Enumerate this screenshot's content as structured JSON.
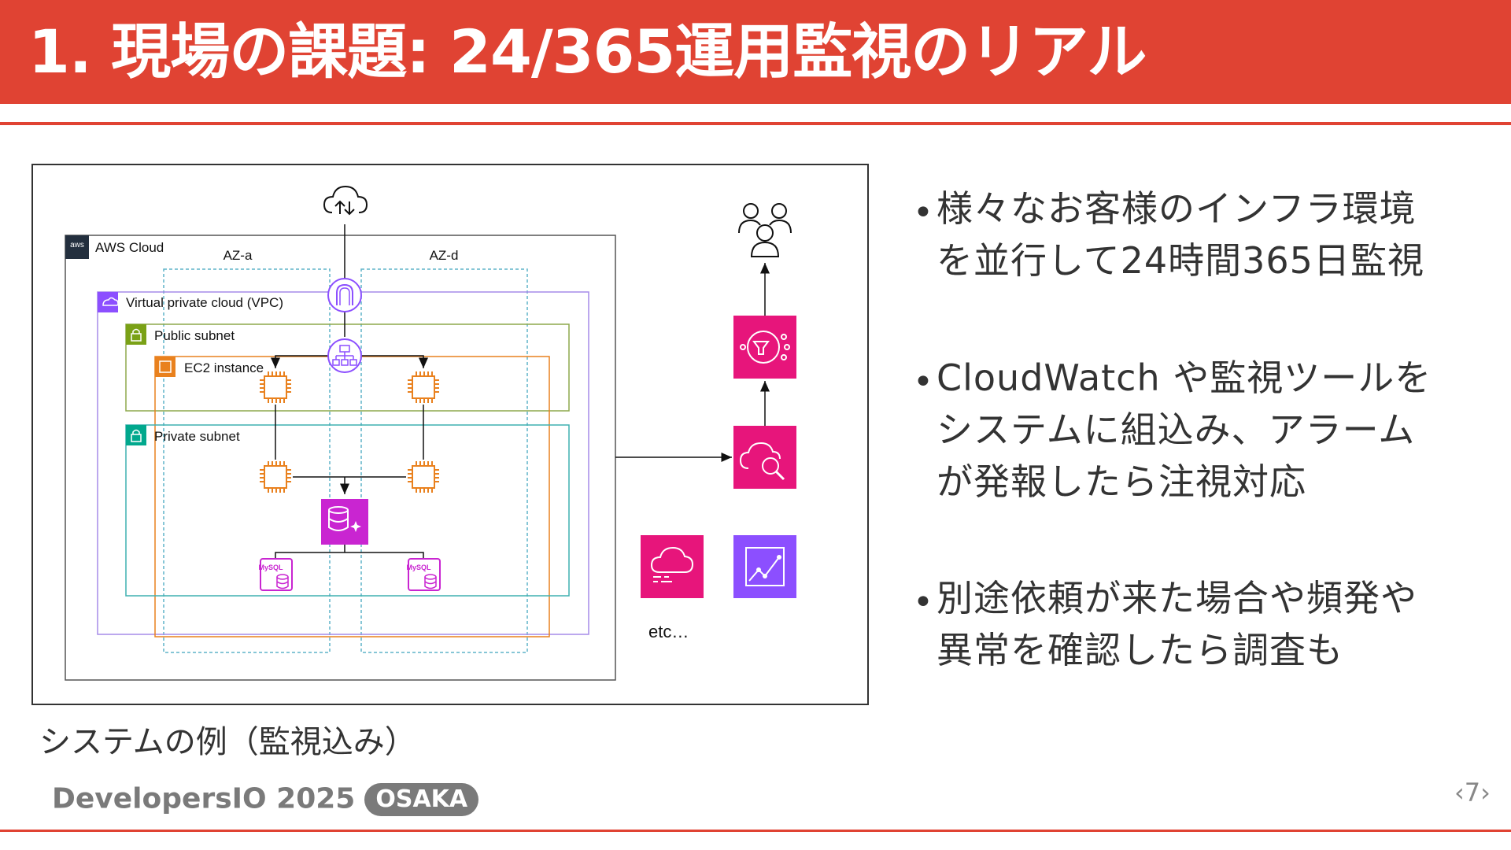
{
  "slide": {
    "title": "1. 現場の課題: 24/365運用監視のリアル",
    "caption": "システムの例（監視込み）",
    "bullets": [
      {
        "line1": "様々なお客様のインフラ環境",
        "line2": "を並行して24時間365日監視"
      },
      {
        "line1": "CloudWatch や監視ツールを",
        "line2": "システムに組込み、アラーム",
        "line3": "が発報したら注視対応"
      },
      {
        "line1": "別途依頼が来た場合や頻発や",
        "line2": "異常を確認したら調査も"
      }
    ],
    "brand": {
      "name": "DevelopersIO 2025",
      "badge": "OSAKA"
    },
    "page_number": "‹7›"
  },
  "diagram": {
    "aws_logo": "aws",
    "aws_cloud_label": "AWS Cloud",
    "az_a_label": "AZ-a",
    "az_d_label": "AZ-d",
    "vpc_label": "Virtual private cloud (VPC)",
    "public_subnet_label": "Public subnet",
    "ec2_label": "EC2 instance",
    "private_subnet_label": "Private subnet",
    "mysql_label": "MySQL",
    "etc_label": "etc…",
    "icons": [
      "internet-cloud-icon",
      "users-icon",
      "internet-gateway-icon",
      "load-balancer-icon",
      "ec2-instance-icon",
      "aurora-database-icon",
      "mysql-instance-icon",
      "sns-icon",
      "cloudwatch-icon",
      "cloudwatch-logs-icon",
      "managed-grafana-icon"
    ],
    "colors": {
      "aws_cloud": "#333333",
      "az": "#5fb3c8",
      "vpc": "#a68be8",
      "public_subnet": "#8da94c",
      "private_subnet": "#3fb0b0",
      "ec2": "#e9811e",
      "database": "#c925d1",
      "management": "#e7157b",
      "analytics": "#8c4fff",
      "network": "#8c4fff"
    }
  },
  "colors": {
    "brand": "#e04333",
    "text": "#333333",
    "muted": "#7a7a7a"
  }
}
